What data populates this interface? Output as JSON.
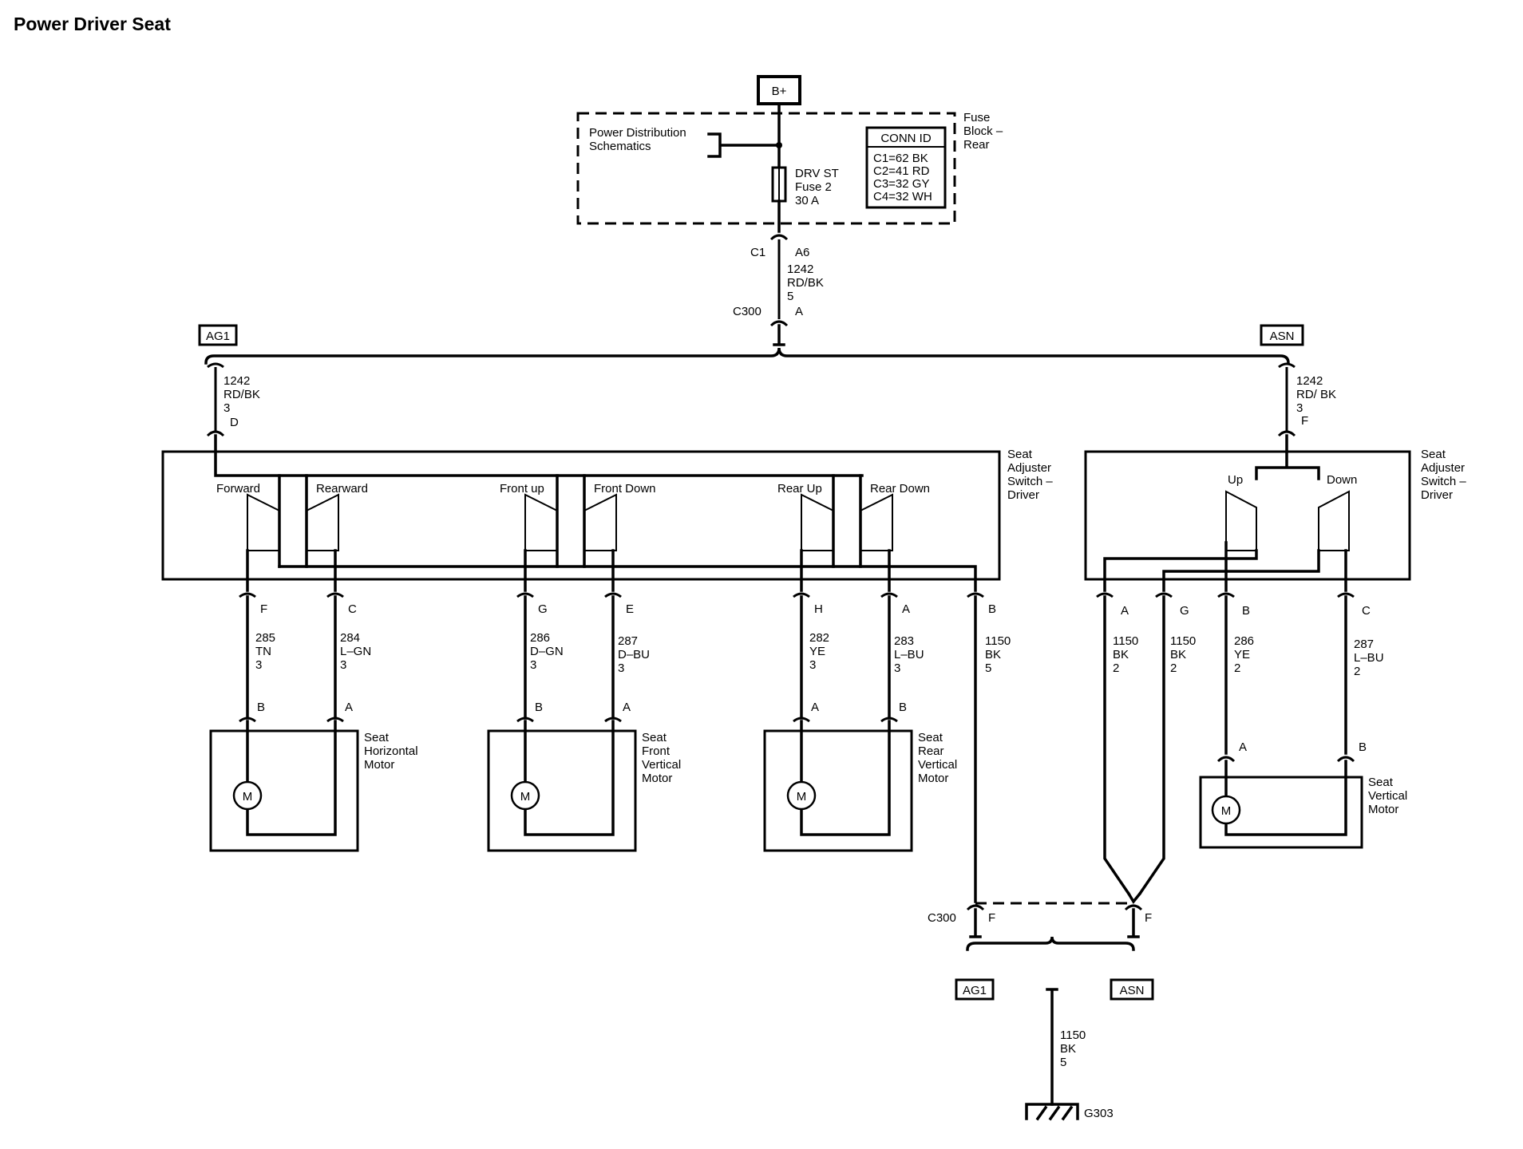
{
  "title": "Power Driver Seat",
  "power": {
    "source": "B+",
    "fuse_block_label": [
      "Fuse",
      "Block –",
      "Rear"
    ],
    "pds_label": [
      "Power Distribution",
      "Schematics"
    ],
    "fuse_label": [
      "DRV ST",
      "Fuse 2",
      "30 A"
    ],
    "conn_id": {
      "header": "CONN ID",
      "rows": [
        "C1=62 BK",
        "C2=41 RD",
        "C3=32 GY",
        "C4=32 WH"
      ]
    },
    "c1": "C1",
    "c1_pin": "A6",
    "wire": [
      "1242",
      "RD/BK",
      "5"
    ],
    "c300": "C300",
    "c300_pin": "A"
  },
  "option_tags": {
    "ag1": "AG1",
    "asn": "ASN"
  },
  "switch_left": {
    "label": [
      "Seat",
      "Adjuster",
      "Switch –",
      "Driver"
    ],
    "feed_wire": [
      "1242",
      "RD/BK",
      "3"
    ],
    "feed_pin": "D",
    "contacts": [
      "Forward",
      "Rearward",
      "Front up",
      "Front Down",
      "Rear Up",
      "Rear Down"
    ],
    "pins": [
      "F",
      "C",
      "G",
      "E",
      "H",
      "A",
      "B"
    ]
  },
  "switch_right": {
    "label": [
      "Seat",
      "Adjuster",
      "Switch –",
      "Driver"
    ],
    "feed_wire": [
      "1242",
      "RD/ BK",
      "3"
    ],
    "feed_pin": "F",
    "contacts": [
      "Up",
      "Down"
    ],
    "pins": [
      "A",
      "G",
      "B",
      "C"
    ]
  },
  "wires": {
    "w285": [
      "285",
      "TN",
      "3"
    ],
    "w284": [
      "284",
      "L–GN",
      "3"
    ],
    "w286": [
      "286",
      "D–GN",
      "3"
    ],
    "w287": [
      "287",
      "D–BU",
      "3"
    ],
    "w282": [
      "282",
      "YE",
      "3"
    ],
    "w283": [
      "283",
      "L–BU",
      "3"
    ],
    "w1150": [
      "1150",
      "BK",
      "5"
    ],
    "r1150a": [
      "1150",
      "BK",
      "2"
    ],
    "r1150b": [
      "1150",
      "BK",
      "2"
    ],
    "r286": [
      "286",
      "YE",
      "2"
    ],
    "r287": [
      "287",
      "L–BU",
      "2"
    ]
  },
  "motors": {
    "horizontal": {
      "label": [
        "Seat",
        "Horizontal",
        "Motor"
      ],
      "pins": [
        "B",
        "A"
      ]
    },
    "front_vertical": {
      "label": [
        "Seat",
        "Front",
        "Vertical",
        "Motor"
      ],
      "pins": [
        "B",
        "A"
      ]
    },
    "rear_vertical": {
      "label": [
        "Seat",
        "Rear",
        "Vertical",
        "Motor"
      ],
      "pins": [
        "A",
        "B"
      ]
    },
    "vertical": {
      "label": [
        "Seat",
        "Vertical",
        "Motor"
      ],
      "pins": [
        "A",
        "B"
      ]
    },
    "symbol": "M"
  },
  "ground": {
    "c300": "C300",
    "pin_left": "F",
    "pin_right": "F",
    "wire": [
      "1150",
      "BK",
      "5"
    ],
    "ground_id": "G303"
  }
}
